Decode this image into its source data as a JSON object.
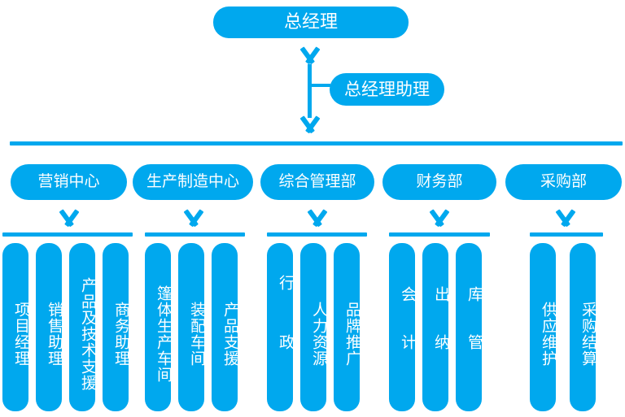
{
  "chart_meta": {
    "type": "org-chart",
    "accent_color": "#00a8ee",
    "text_color": "#ffffff",
    "background_color": "#ffffff",
    "orientation": "top-down"
  },
  "top": {
    "label": "总经理"
  },
  "assistant": {
    "label": "总经理助理"
  },
  "departments": [
    {
      "label": "营销中心",
      "children": [
        {
          "label": "项目经理"
        },
        {
          "label": "销售助理"
        },
        {
          "label": "产品及技术支援"
        },
        {
          "label": "商务助理"
        }
      ]
    },
    {
      "label": "生产制造中心",
      "children": [
        {
          "label": "篷体生产车间"
        },
        {
          "label": "装配车间"
        },
        {
          "label": "产品支援"
        }
      ]
    },
    {
      "label": "综合管理部",
      "children": [
        {
          "label": "行政"
        },
        {
          "label": "人力资源"
        },
        {
          "label": "品牌推广"
        }
      ]
    },
    {
      "label": "财务部",
      "children": [
        {
          "label": "会计"
        },
        {
          "label": "出纳"
        },
        {
          "label": "库管"
        }
      ]
    },
    {
      "label": "采购部",
      "children": [
        {
          "label": "供应维护"
        },
        {
          "label": "采购结算"
        }
      ]
    }
  ]
}
